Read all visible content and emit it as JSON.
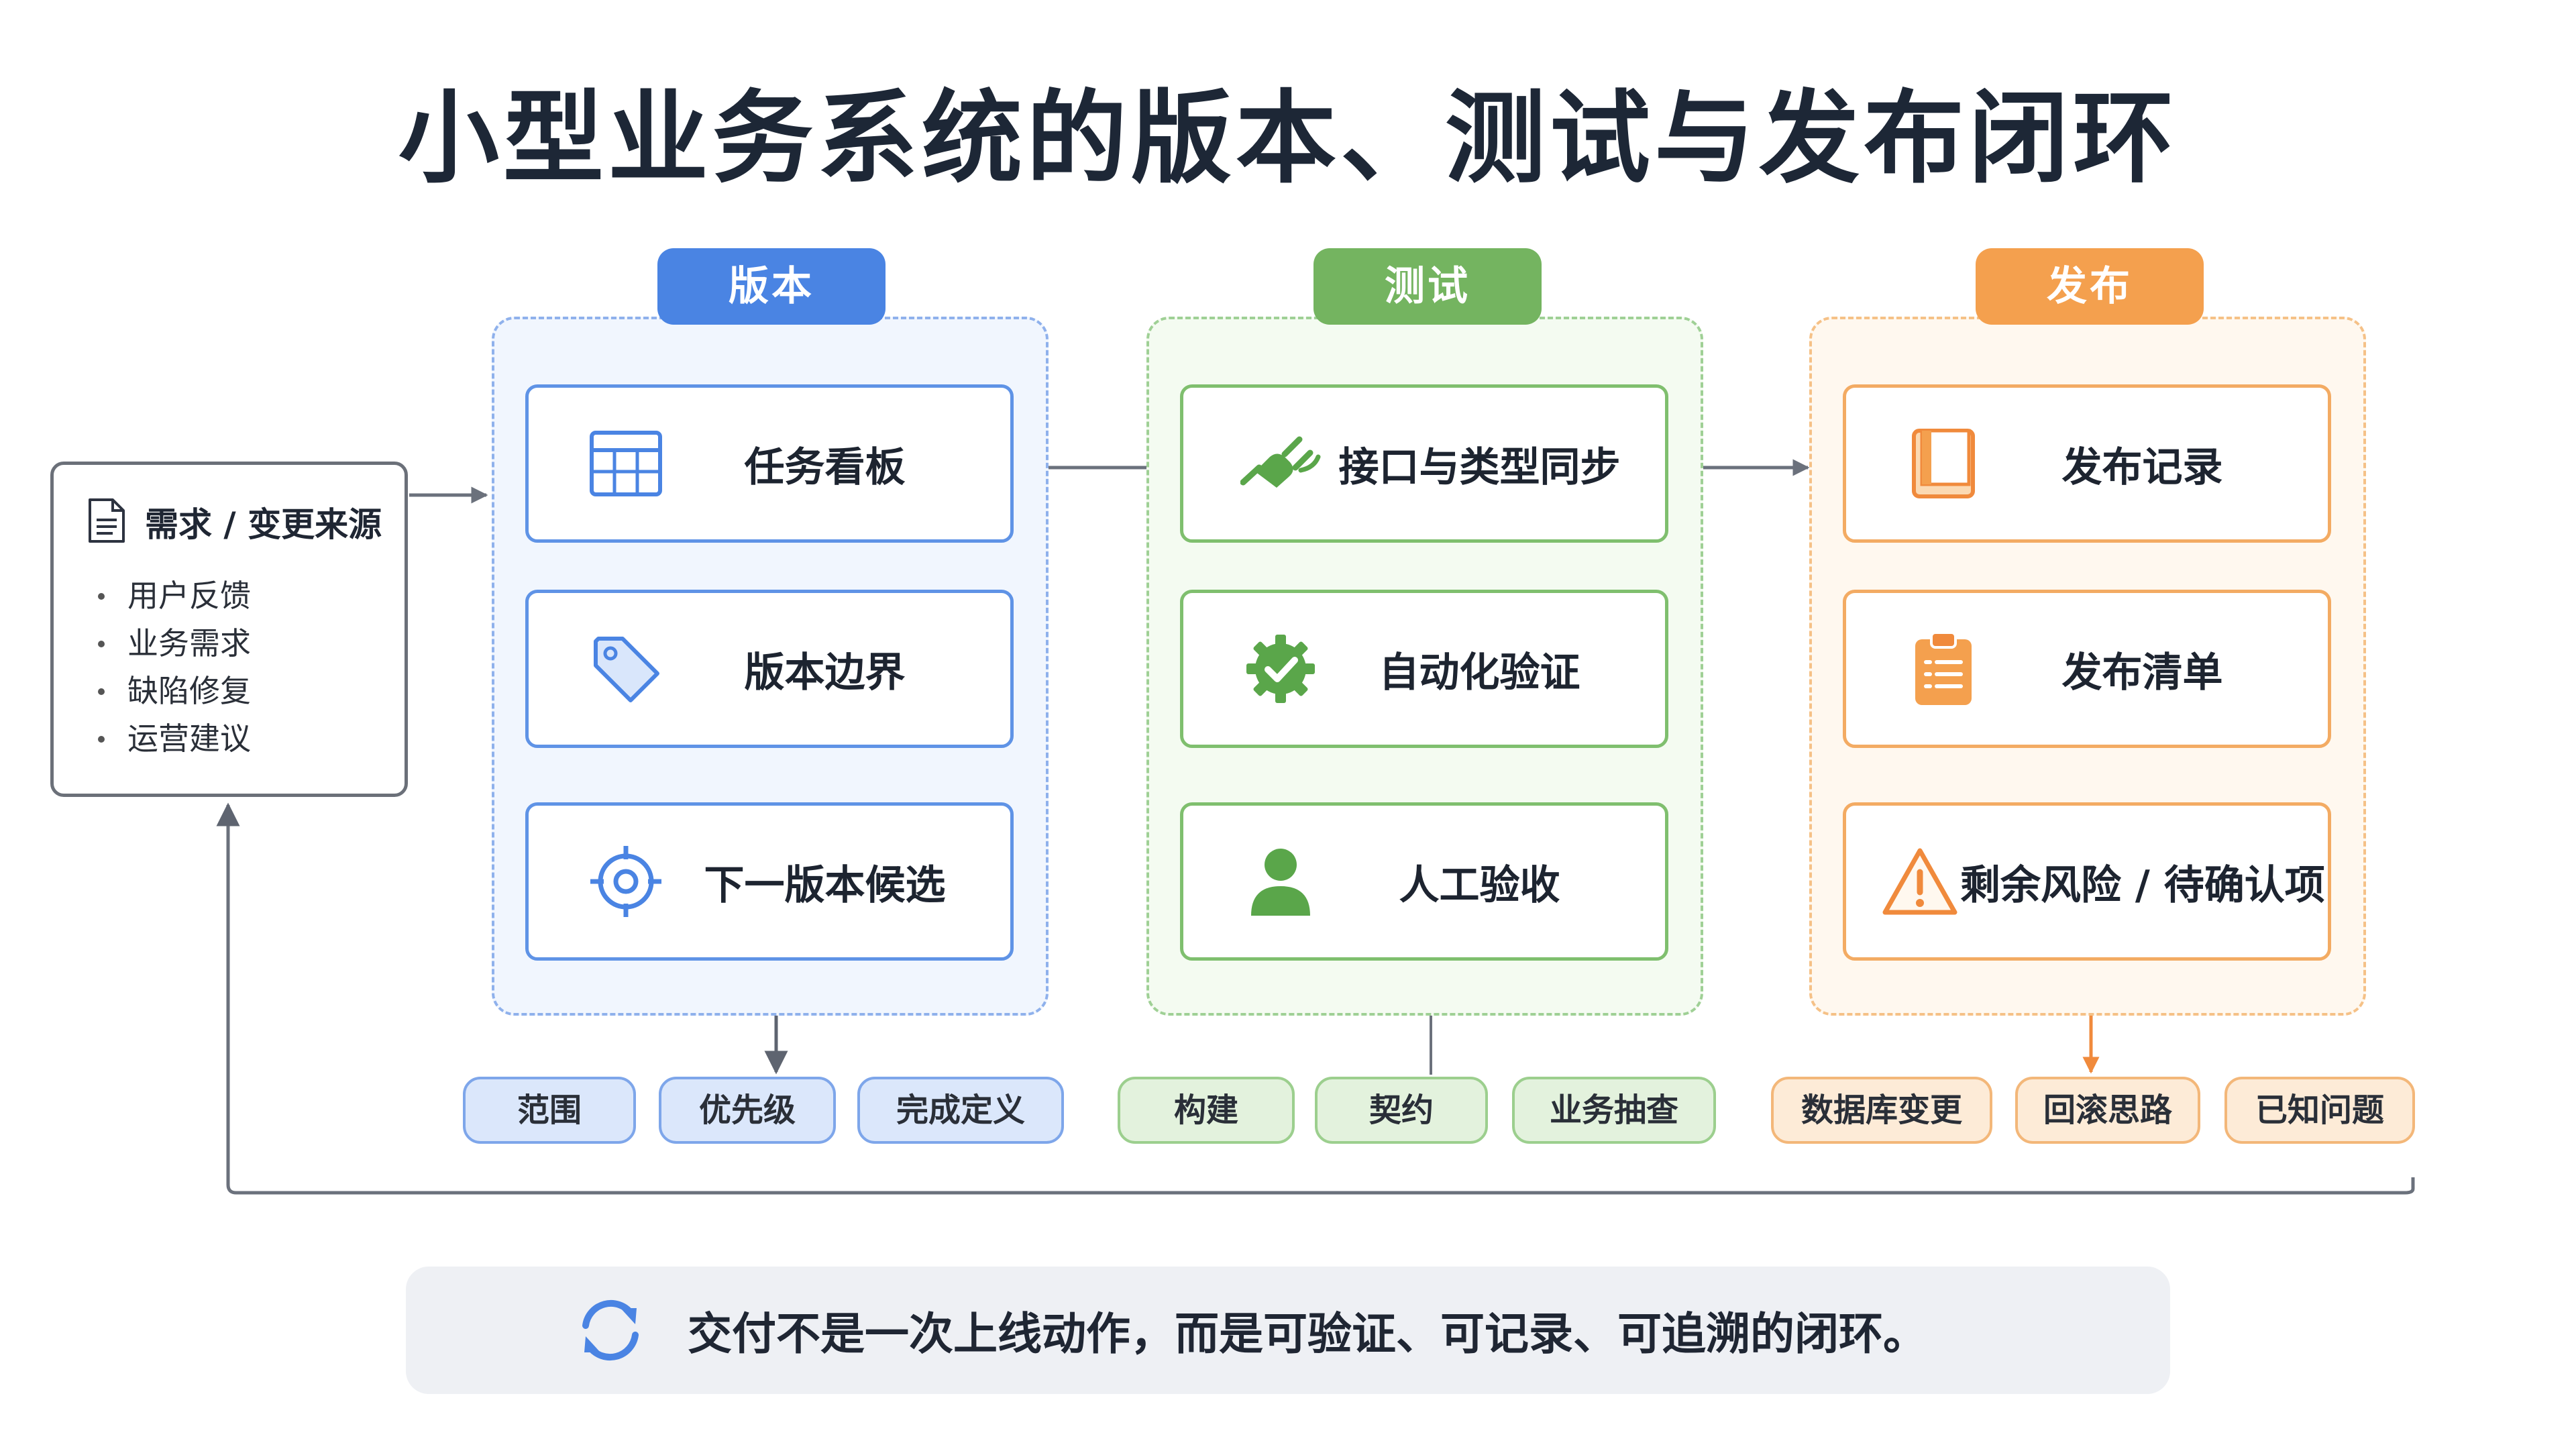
{
  "title": "小型业务系统的版本、测试与发布闭环",
  "source": {
    "title": "需求 / 变更来源",
    "icon": "document-icon",
    "items": [
      "用户反馈",
      "业务需求",
      "缺陷修复",
      "运营建议"
    ]
  },
  "groups": {
    "version": {
      "title": "版本",
      "color": "#4a84e3",
      "steps": [
        {
          "label": "任务看板",
          "icon": "table-icon"
        },
        {
          "label": "版本边界",
          "icon": "tag-icon"
        },
        {
          "label": "下一版本候选",
          "icon": "target-icon"
        }
      ],
      "tags": [
        "范围",
        "优先级",
        "完成定义"
      ]
    },
    "testing": {
      "title": "测试",
      "color": "#74b460",
      "steps": [
        {
          "label": "接口与类型同步",
          "icon": "plug-icon"
        },
        {
          "label": "自动化验证",
          "icon": "gear-check-icon"
        },
        {
          "label": "人工验收",
          "icon": "person-icon"
        }
      ],
      "tags": [
        "构建",
        "契约",
        "业务抽查"
      ]
    },
    "release": {
      "title": "发布",
      "color": "#f4a04e",
      "steps": [
        {
          "label": "发布记录",
          "icon": "notebook-icon"
        },
        {
          "label": "发布清单",
          "icon": "clipboard-icon"
        },
        {
          "label": "剩余风险 / 待确认项",
          "icon": "warning-icon"
        }
      ],
      "tags": [
        "数据库变更",
        "回滚思路",
        "已知问题"
      ]
    }
  },
  "banner": {
    "text": "交付不是一次上线动作，而是可验证、可记录、可追溯的闭环。",
    "icon": "refresh-cycle-icon"
  }
}
